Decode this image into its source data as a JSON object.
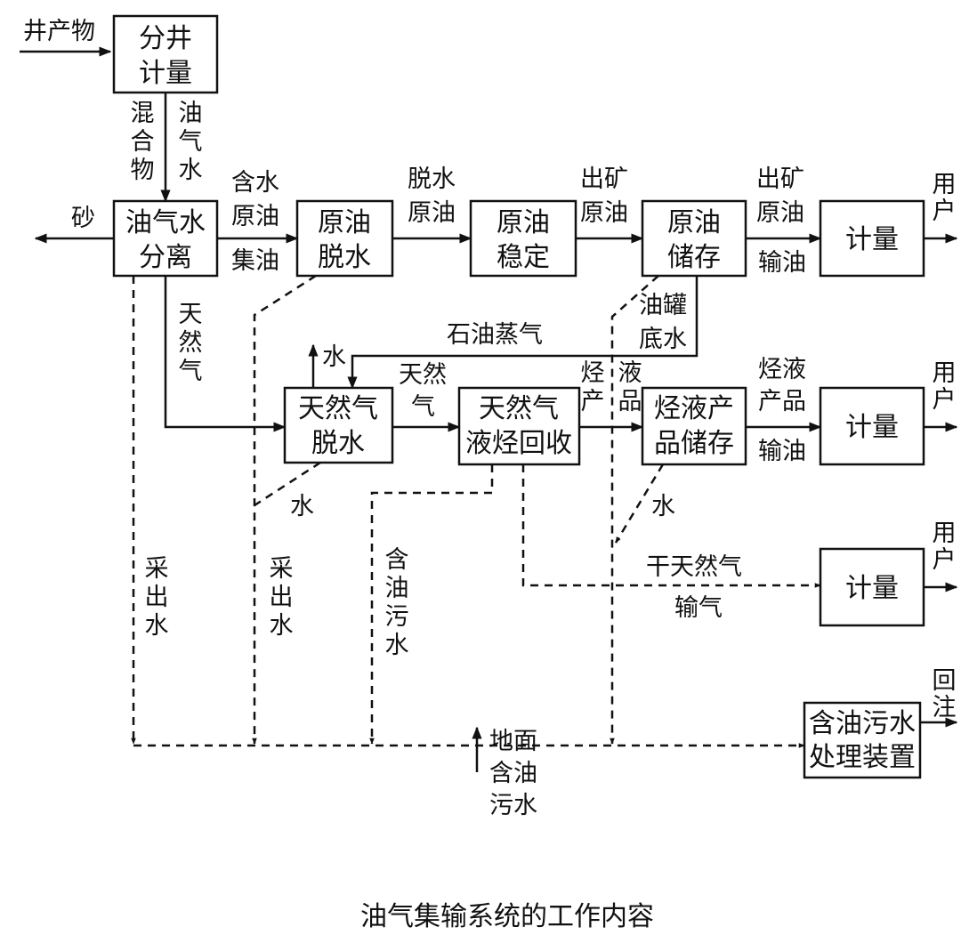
{
  "boxes": {
    "well_metering": [
      "分井",
      "计量"
    ],
    "separation": [
      "油气水",
      "分离"
    ],
    "crude_dehydration": [
      "原油",
      "脱水"
    ],
    "crude_stabilization": [
      "原油",
      "稳定"
    ],
    "crude_storage": [
      "原油",
      "储存"
    ],
    "metering_oil": "计量",
    "gas_dehydration": [
      "天然气",
      "脱水"
    ],
    "ngl_recovery": [
      "天然气",
      "液烃回收"
    ],
    "ngl_storage": [
      "烃液产",
      "品储存"
    ],
    "metering_ngl": "计量",
    "metering_gas": "计量",
    "wastewater_treatment": [
      "含油污水",
      "处理装置"
    ]
  },
  "labels": {
    "well_product": "井产物",
    "sand": "砂",
    "mixture": [
      "混",
      "合",
      "物"
    ],
    "oil_gas_water": [
      "油",
      "气",
      "水"
    ],
    "water_cut_crude": [
      "含水",
      "原油"
    ],
    "gathering_oil": "集油",
    "dehydrated_crude": [
      "脱水",
      "原油"
    ],
    "export_crude_1": [
      "出矿",
      "原油"
    ],
    "export_crude_2": [
      "出矿",
      "原油"
    ],
    "oil_transport_1": "输油",
    "user_1": [
      "用",
      "户"
    ],
    "natural_gas_1": [
      "天",
      "然",
      "气"
    ],
    "petroleum_vapor": "石油蒸气",
    "tank_bottom_water": [
      "油罐",
      "底水"
    ],
    "water_up": "水",
    "natural_gas_2": [
      "天然",
      "气"
    ],
    "hydrocarbon_product": [
      "烃",
      "产"
    ],
    "liquid_product": [
      "液",
      "品"
    ],
    "ngl_product": [
      "烃液",
      "产品"
    ],
    "oil_transport_2": "输油",
    "user_2": [
      "用",
      "户"
    ],
    "water_1": "水",
    "water_2": "水",
    "dry_gas": "干天然气",
    "gas_transport": "输气",
    "user_3": [
      "用",
      "户"
    ],
    "produced_water_1": [
      "采",
      "出",
      "水"
    ],
    "produced_water_2": [
      "采",
      "出",
      "水"
    ],
    "oily_wastewater": [
      "含",
      "油",
      "污",
      "水"
    ],
    "reinject": [
      "回",
      "注"
    ],
    "surface_oily_water": [
      "地面",
      "含油",
      "污水"
    ]
  },
  "caption": "油气集输系统的工作内容"
}
